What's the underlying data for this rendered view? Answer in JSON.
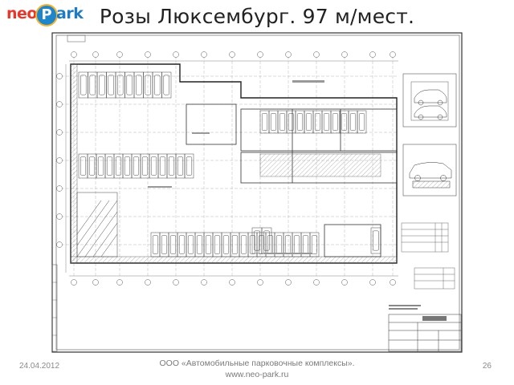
{
  "header": {
    "logo_text_left": "neo",
    "logo_badge": "P",
    "logo_text_right": "ark",
    "title": "Розы Люксембург. 97 м/мест."
  },
  "footer": {
    "date": "24.04.2012",
    "company": "ООО «Автомобильные парковочные комплексы».",
    "website": "www.neo-park.ru",
    "page_number": "26"
  }
}
